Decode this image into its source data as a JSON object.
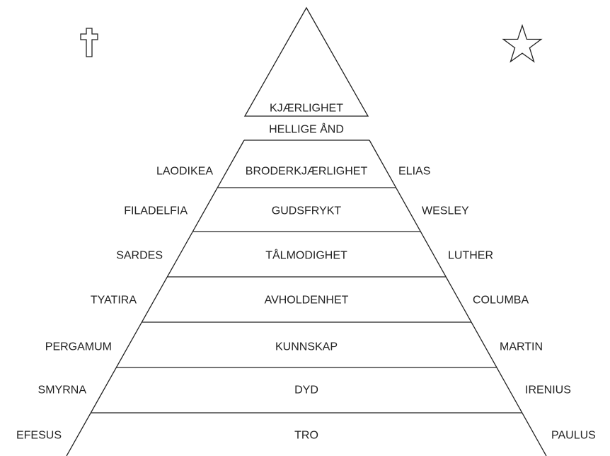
{
  "apex_label": "KJÆRLIGHET",
  "spirit_label": "HELLIGE  ÅND",
  "symbols": {
    "left": "cross-icon",
    "right": "star-icon"
  },
  "levels": [
    {
      "center": "BRODERKJÆRLIGHET",
      "left": "LAODIKEA",
      "right": "ELIAS"
    },
    {
      "center": "GUDSFRYKT",
      "left": "FILADELFIA",
      "right": "WESLEY"
    },
    {
      "center": "TÅLMODIGHET",
      "left": "SARDES",
      "right": "LUTHER"
    },
    {
      "center": "AVHOLDENHET",
      "left": "TYATIRA",
      "right": "COLUMBA"
    },
    {
      "center": "KUNNSKAP",
      "left": "PERGAMUM",
      "right": "MARTIN"
    },
    {
      "center": "DYD",
      "left": "SMYRNA",
      "right": "IRENIUS"
    },
    {
      "center": "TRO",
      "left": "EFESUS",
      "right": "PAULUS"
    }
  ]
}
